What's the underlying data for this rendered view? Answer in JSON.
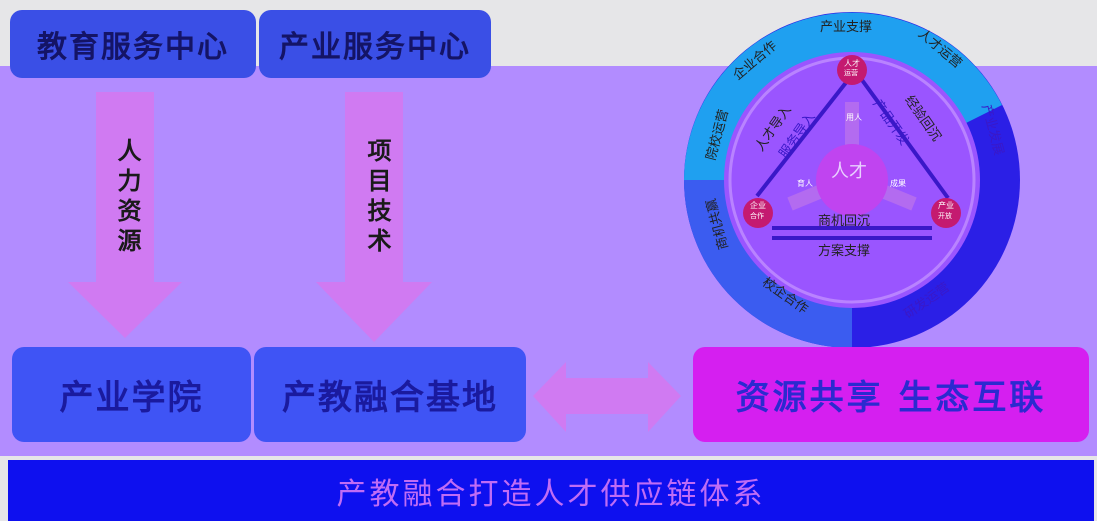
{
  "top_boxes": {
    "education": "教育服务中心",
    "industry": "产业服务中心"
  },
  "arrows": {
    "left": "人力资源",
    "right": "项目技术"
  },
  "bottom_boxes": {
    "college": "产业学院",
    "base": "产教融合基地",
    "resource": "资源共享 生态互联"
  },
  "footer": "产教融合打造人才供应链体系",
  "ring": {
    "outer_labels": [
      "产业支撑",
      "人才运营",
      "企业合作",
      "院校运营",
      "产业发展",
      "商机共赢",
      "研发运营",
      "校企合作"
    ],
    "center": "人才",
    "nodes": [
      "人才",
      "企业",
      "产业"
    ],
    "node_small": [
      "运营",
      "合作",
      "开放"
    ],
    "inner_arrow_labels": [
      "人才导入",
      "服务导入",
      "产品开发",
      "经验回沉",
      "商机回沉",
      "方案支撑"
    ],
    "inner_small": [
      "用人",
      "育人",
      "成果"
    ]
  },
  "colors": {
    "panel": "#b28cff",
    "top_box": "#3a4fe6",
    "mid_box": "#3f54f5",
    "resource_box": "#d51ff0",
    "footer": "#0e10ef",
    "arrow": "#d07af2",
    "ring_light": "#1fa0f0",
    "ring_dark": "#2b1fe6",
    "node": "#c41a70"
  }
}
